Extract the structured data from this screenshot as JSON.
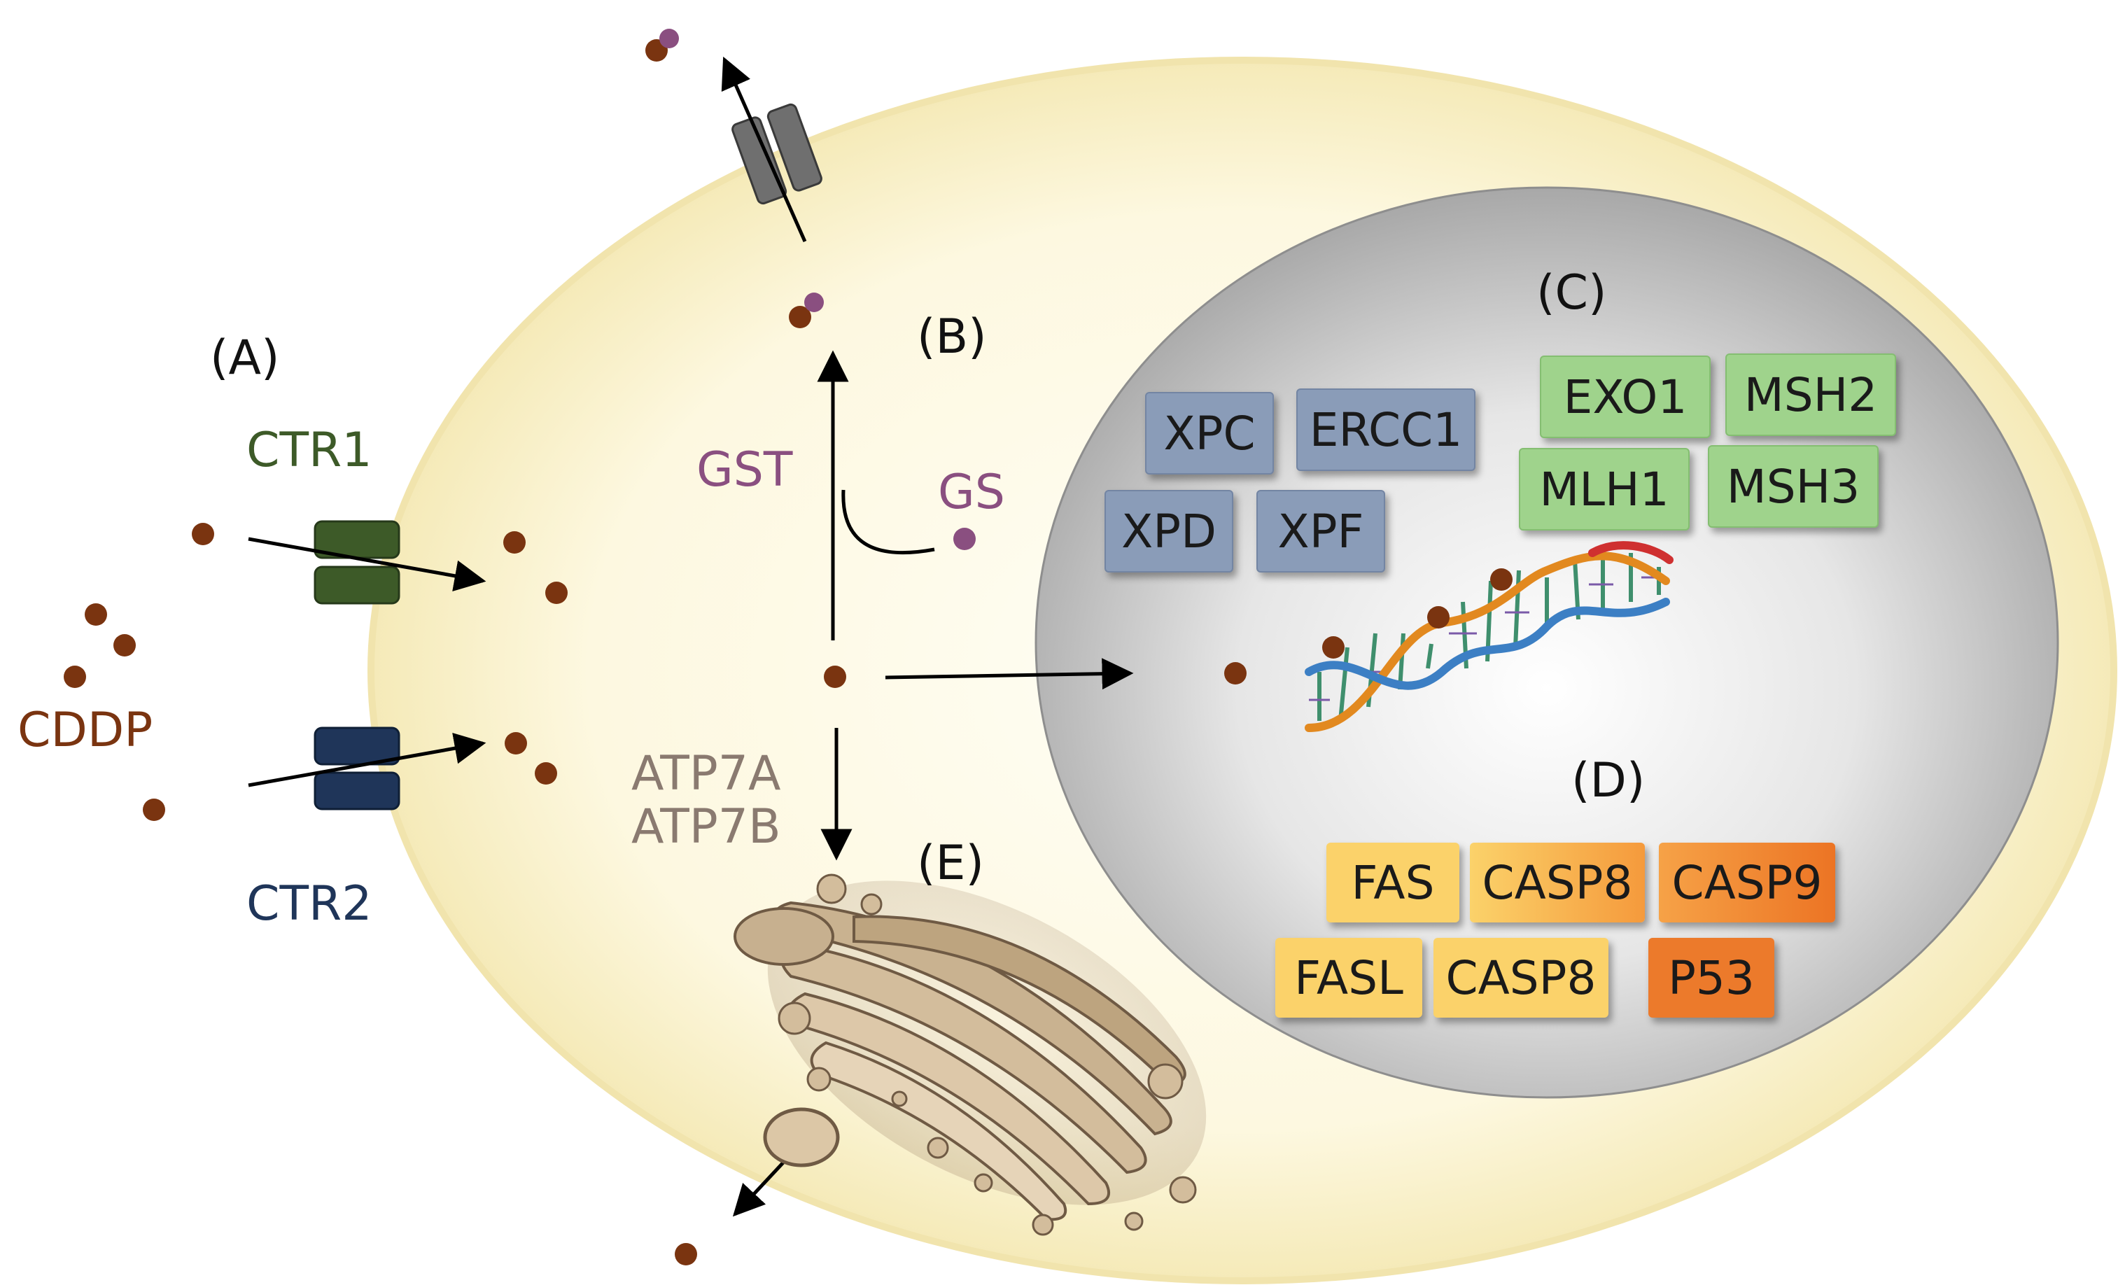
{
  "labels": {
    "section_a": "(A)",
    "section_b": "(B)",
    "section_c": "(C)",
    "section_d": "(D)",
    "section_e": "(E)",
    "ctr1": "CTR1",
    "ctr2": "CTR2",
    "cddp": "CDDP",
    "gst": "GST",
    "gs": "GS",
    "atp7a": "ATP7A",
    "atp7b": "ATP7B"
  },
  "repair_proteins": {
    "ner": [
      "XPC",
      "ERCC1",
      "XPD",
      "XPF"
    ],
    "mmr": [
      "EXO1",
      "MSH2",
      "MLH1",
      "MSH3"
    ]
  },
  "apoptosis_proteins": [
    "FAS",
    "CASP8",
    "CASP9",
    "FASL",
    "CASP8",
    "P53"
  ],
  "colors": {
    "cddp": "#7a3410",
    "gs": "#8a4f80",
    "ctr1": "#3d5a28",
    "ctr2": "#1f3559",
    "atp": "#8a7a70",
    "ner_box": "#8a9cb8",
    "mmr_box": "#9fd38c"
  }
}
